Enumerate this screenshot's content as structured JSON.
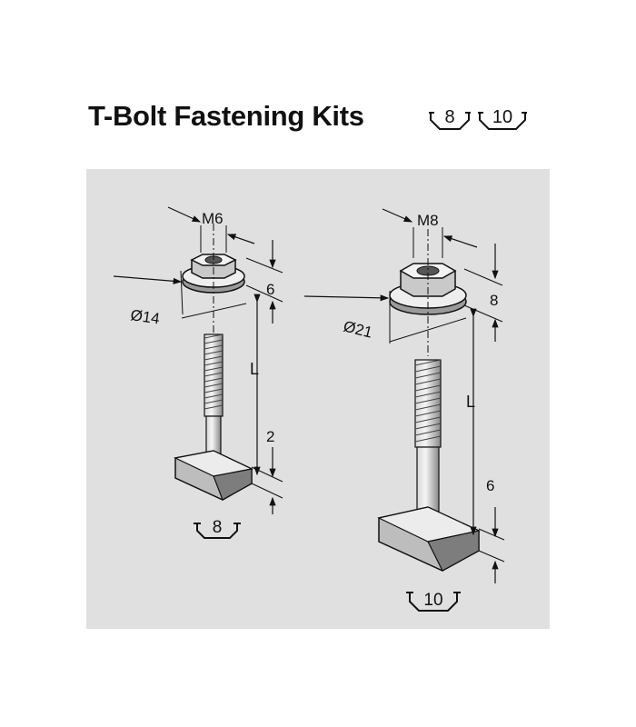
{
  "title": "T-Bolt Fastening Kits",
  "header_badges": [
    "8",
    "10"
  ],
  "kits": [
    {
      "thread": "M6",
      "flange_diameter": "Ø14",
      "nut_height": "6",
      "length": "L",
      "head_height": "2",
      "slot_size": "8"
    },
    {
      "thread": "M8",
      "flange_diameter": "Ø21",
      "nut_height": "8",
      "length": "L",
      "head_height": "6",
      "slot_size": "10"
    }
  ]
}
